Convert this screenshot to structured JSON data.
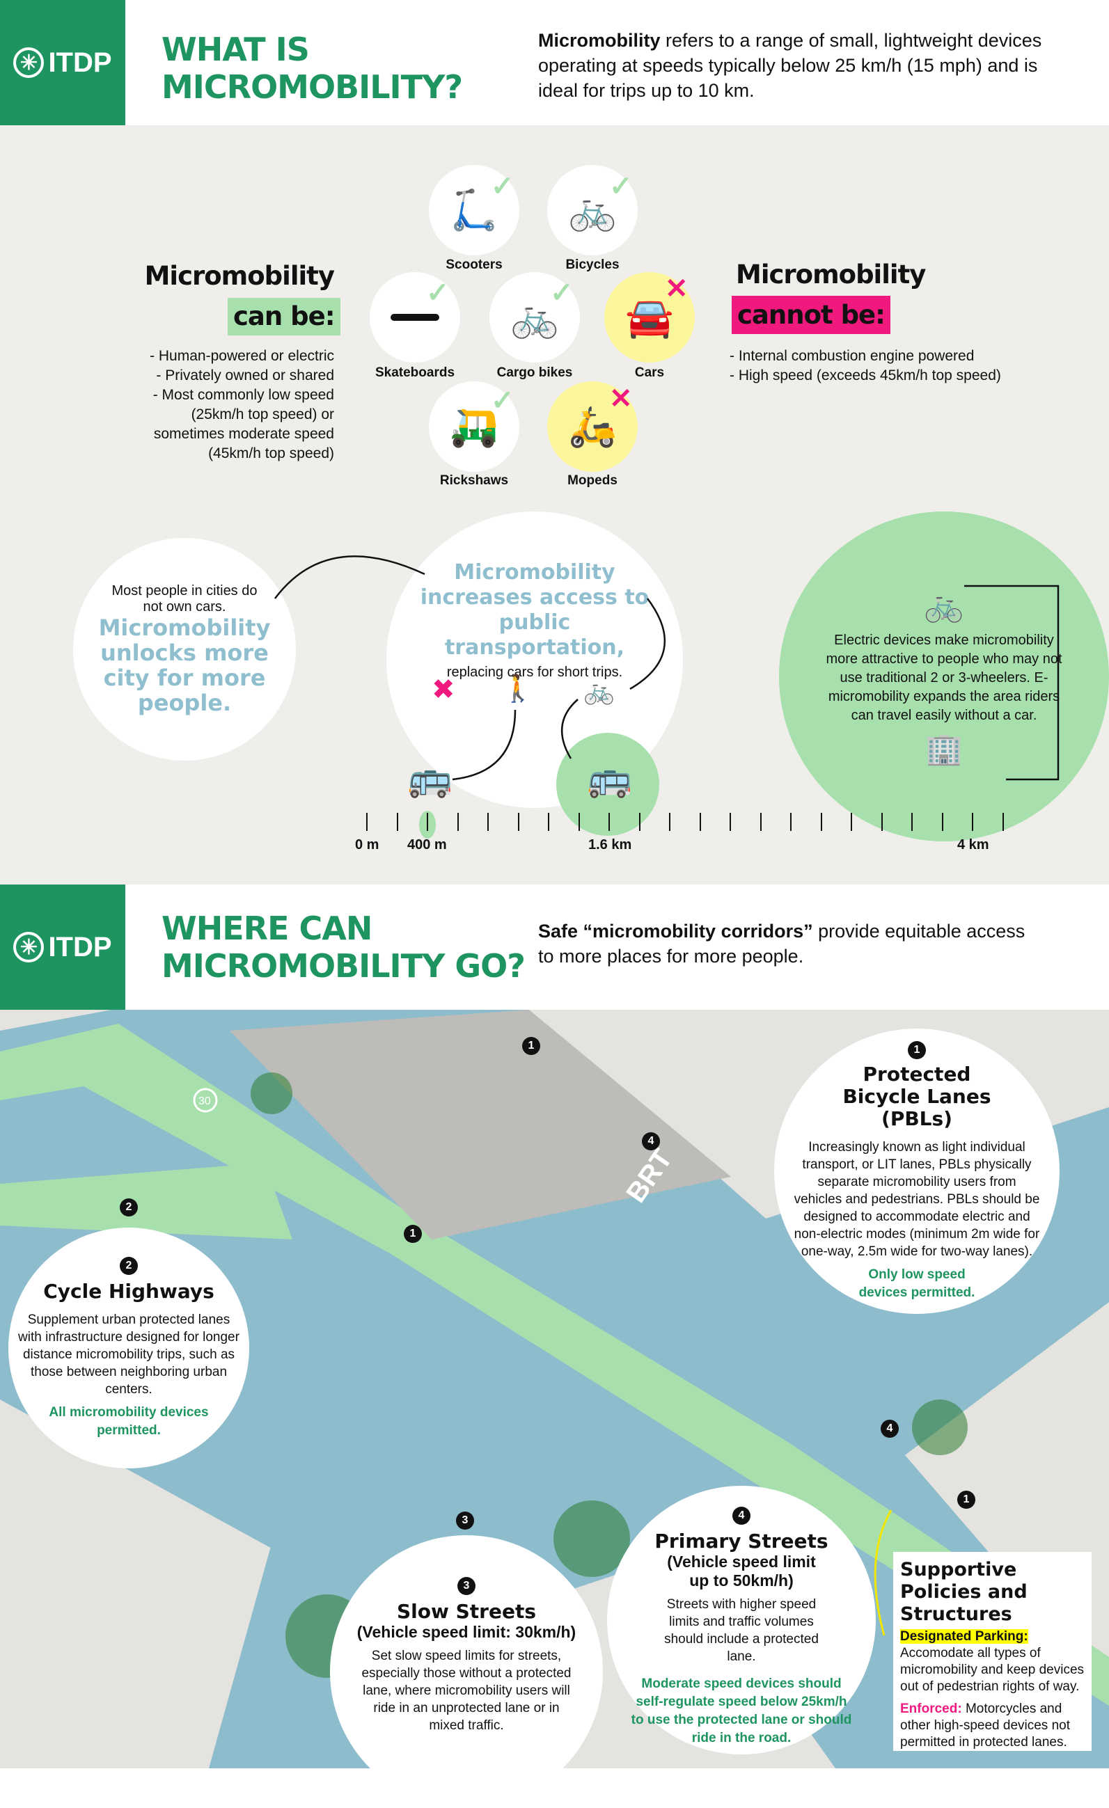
{
  "section1": {
    "logo": "ITDP",
    "title_line1": "WHAT IS",
    "title_line2": "MICROMOBILITY?",
    "desc_bold": "Micromobility",
    "desc_rest": " refers to a range of small, lightweight devices operating at speeds typically below 25 km/h (15 mph) and is ideal for trips up to 10 km."
  },
  "can_be": {
    "title": "Micromobility",
    "tag": "can be:",
    "items": [
      "- Human-powered or electric",
      "- Privately owned or shared",
      "- Most commonly low speed",
      "(25km/h top speed) or",
      "sometimes moderate speed",
      "(45km/h top speed)"
    ]
  },
  "cannot_be": {
    "title": "Micromobility",
    "tag": "cannot be:",
    "items": [
      "- Internal combustion engine powered",
      "- High speed (exceeds 45km/h top speed)"
    ]
  },
  "devices": [
    {
      "label": "Scooters",
      "icon": "scooter-icon",
      "allowed": true
    },
    {
      "label": "Bicycles",
      "icon": "bicycle-icon",
      "allowed": true
    },
    {
      "label": "Skateboards",
      "icon": "skateboard-icon",
      "allowed": true
    },
    {
      "label": "Cargo bikes",
      "icon": "cargo-bike-icon",
      "allowed": true
    },
    {
      "label": "Cars",
      "icon": "car-icon",
      "allowed": false
    },
    {
      "label": "Rickshaws",
      "icon": "rickshaw-icon",
      "allowed": true
    },
    {
      "label": "Mopeds",
      "icon": "moped-icon",
      "allowed": false
    }
  ],
  "access": {
    "left_small": "Most people in cities do not own cars.",
    "left_big": "Micromobility unlocks more city for more people.",
    "mid_big": "Micromobility increases access to public transportation,",
    "mid_small": "replacing cars for short trips.",
    "right_text": "Electric devices make micromobility more attractive to people who may not use traditional 2 or 3-wheelers. E-micromobility expands the area riders can travel easily without a car.",
    "scale_labels": [
      "0 m",
      "400 m",
      "1.6 km",
      "4 km"
    ]
  },
  "section2": {
    "logo": "ITDP",
    "title_line1": "WHERE CAN",
    "title_line2": "MICROMOBILITY GO?",
    "desc_bold": "Safe “micromobility corridors”",
    "desc_rest": " provide equitable access to more places for more people."
  },
  "street_labels": {
    "brt": "BRT",
    "speed": "30"
  },
  "pbl": {
    "num": "1",
    "title": "Protected Bicycle Lanes (PBLs)",
    "body": "Increasingly known as light individual transport, or LIT lanes, PBLs physically separate micromobility users from vehicles and pedestrians. PBLs should be designed to accommodate electric and non-electric modes (minimum 2m wide for one-way, 2.5m wide for two-way lanes).",
    "note": "Only low speed devices permitted."
  },
  "cycle": {
    "num": "2",
    "title": "Cycle Highways",
    "body": "Supplement urban protected lanes with infrastructure designed for longer distance micromobility trips, such as those between neighboring urban centers.",
    "note": "All micromobility devices permitted."
  },
  "slow": {
    "num": "3",
    "title": "Slow Streets",
    "subtitle": "(Vehicle speed limit: 30km/h)",
    "body": "Set slow speed limits for streets, especially those without a protected lane, where micromobility users will ride in an unprotected lane or in mixed traffic."
  },
  "primary": {
    "num": "4",
    "title": "Primary Streets",
    "subtitle": "(Vehicle speed limit up to 50km/h)",
    "body": "Streets with higher speed limits and traffic volumes should include a protected lane.",
    "note": "Moderate speed devices should self-regulate speed below 25km/h to use the protected lane or should ride in the road."
  },
  "supportive": {
    "title": "Supportive Policies and Structures",
    "parking_label": "Designated Parking:",
    "parking_body": " Accomodate all types of micromobility and keep devices out of pedestrian rights of way.",
    "enforced_label": "Enforced:",
    "enforced_body": " Motorcycles and other high-speed devices not permitted in protected lanes."
  },
  "colors": {
    "brand_green": "#1e9560",
    "light_green": "#a8e0ad",
    "pink": "#f0197d",
    "yellow": "#fbf59c",
    "road_blue": "#8dbccd",
    "highlight": "#ffff00"
  }
}
